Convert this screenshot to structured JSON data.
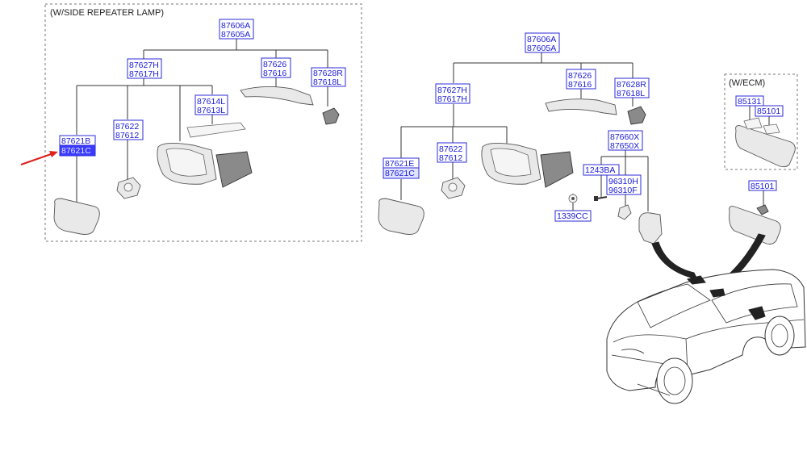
{
  "groups": {
    "side_repeater": {
      "title": "(W/SIDE REPEATER LAMP)"
    },
    "ecm": {
      "title": "(W/ECM)"
    }
  },
  "part_numbers": {
    "left": {
      "assy": [
        "87606A",
        "87605A"
      ],
      "glass_holder": [
        "87627H",
        "87617H"
      ],
      "cover": [
        "87626",
        "87616"
      ],
      "cap": [
        "87628R",
        "87618L"
      ],
      "repeater": [
        "87614L",
        "87613L"
      ],
      "actuator": [
        "87622",
        "87612"
      ],
      "glass": [
        "87621B",
        "87621C"
      ]
    },
    "middle": {
      "assy": [
        "87606A",
        "87605A"
      ],
      "glass_holder": [
        "87627H",
        "87617H"
      ],
      "cover": [
        "87626",
        "87616"
      ],
      "cap": [
        "87628R",
        "87618L"
      ],
      "actuator": [
        "87622",
        "87612"
      ],
      "glass": [
        "87621E",
        "87621C"
      ],
      "garnish": [
        "87660X",
        "87650X"
      ],
      "screw": "1243BA",
      "tweeter": [
        "96310H",
        "96310F"
      ],
      "nut": "1339CC"
    },
    "right": {
      "ecm_a": "85131",
      "ecm_b": "85101",
      "inside_mirror": "85101"
    }
  },
  "colors": {
    "callout_text": "#1a1ad6",
    "callout_border": "#2b2bd9",
    "selected_fill": "#3b3bff",
    "pointer_arrow": "#e0201c"
  },
  "selected_part": "87621C"
}
